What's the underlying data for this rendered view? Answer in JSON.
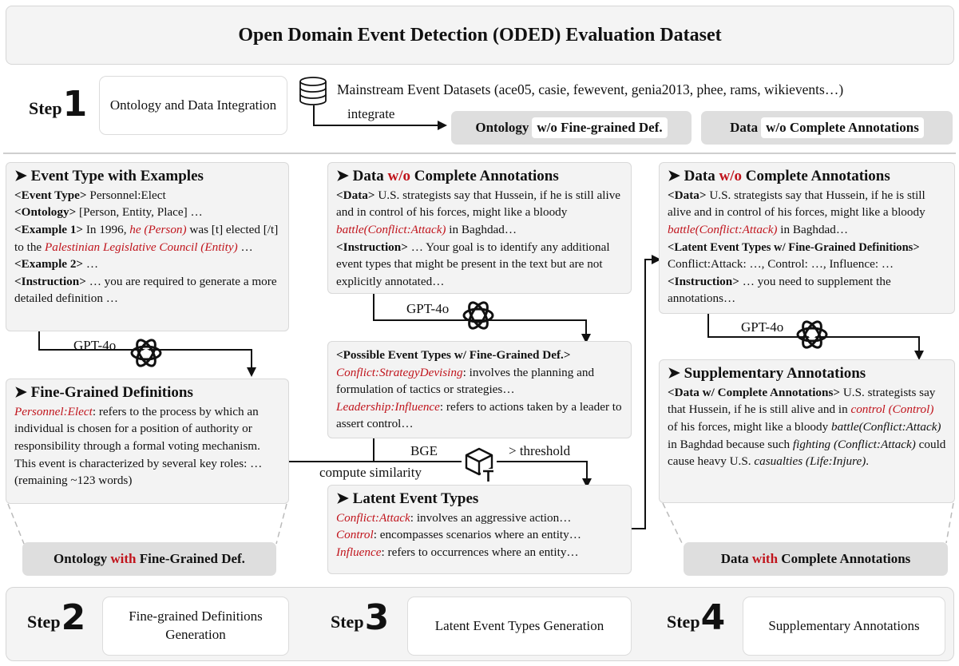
{
  "title": "Open Domain Event Detection (ODED) Evaluation Dataset",
  "step_word": "Step",
  "steps": [
    {
      "num": "1",
      "label": "Ontology and Data Integration"
    },
    {
      "num": "2",
      "label": "Fine-grained Definitions Generation"
    },
    {
      "num": "3",
      "label": "Latent Event Types Generation"
    },
    {
      "num": "4",
      "label": "Supplementary Annotations"
    }
  ],
  "integration": {
    "datasets": "Mainstream Event Datasets (ace05, casie, fewevent, genia2013, phee, rams, wikievents…)",
    "integrate": "integrate",
    "ontology_pill": {
      "a": "Ontology",
      "b": "w/o Fine-grained Def."
    },
    "data_pill": {
      "a": "Data",
      "b": "w/o Complete Annotations"
    }
  },
  "col1": {
    "card1": {
      "head": "➤ Event Type with Examples",
      "event_type_tag": "<Event Type>",
      "event_type": " Personnel:Elect",
      "ontology_tag": "<Ontology>",
      "ontology": " [Person, Entity, Place] …",
      "ex1_tag": "<Example 1>",
      "ex1_a": " In 1996, ",
      "ex1_b": "he (Person)",
      "ex1_c": " was [t] elected [/t] to the ",
      "ex1_d": "Palestinian Legislative Council (Entity)",
      "ex1_e": " …",
      "ex2_tag": "<Example 2>",
      "ex2": " …",
      "instr_tag": "<Instruction>",
      "instr": " … you are required to generate a more detailed definition …"
    },
    "gpt": "GPT-4o",
    "card2": {
      "head": "➤ Fine-Grained Definitions",
      "term": "Personnel:Elect",
      "body": ": refers to the process by which an individual is chosen for a position of authority or responsibility through a formal voting mechanism. This event is characterized by several key roles: …(remaining ~123 words)"
    },
    "pill": {
      "a": "Ontology ",
      "b": "with",
      "c": " Fine-Grained Def."
    }
  },
  "col2": {
    "card1": {
      "head_a": "➤ Data ",
      "head_b": "w/o",
      "head_c": " Complete Annotations",
      "data_tag": "<Data>",
      "data_a": " U.S. strategists say that Hussein, if he is still alive and in control of his forces, might like a bloody ",
      "data_b": "battle(Conflict:Attack)",
      "data_c": " in Baghdad…",
      "instr_tag": "<Instruction>",
      "instr": " … Your goal is to identify any additional event types that might be present in the text but are not explicitly annotated…"
    },
    "gpt": "GPT-4o",
    "card2": {
      "head": "<Possible Event Types w/ Fine-Grained Def.>",
      "t1": "Conflict:StrategyDevising",
      "d1": ": involves the planning and formulation of tactics or strategies…",
      "t2": "Leadership:Influence",
      "d2": ": refers to actions taken by a leader to assert control…"
    },
    "bge": "BGE",
    "threshold": "> threshold",
    "compute": "compute similarity",
    "card3": {
      "head": "➤ Latent Event Types",
      "t1": "Conflict:Attack",
      "d1": ": involves an aggressive action…",
      "t2": "Control",
      "d2": ": encompasses scenarios where an entity…",
      "t3": "Influence",
      "d3": ": refers to occurrences where an entity…"
    }
  },
  "col3": {
    "card1": {
      "head_a": "➤ Data ",
      "head_b": "w/o",
      "head_c": " Complete Annotations",
      "data_tag": "<Data>",
      "data_a": " U.S. strategists say that Hussein, if he is still alive and in control of his forces, might like a bloody ",
      "data_b": "battle(Conflict:Attack)",
      "data_c": " in Baghdad…",
      "latent_tag": "<Latent Event Types w/ Fine-Grained Definitions>",
      "latent": " Conflict:Attack: …, Control: …, Influence: …",
      "instr_tag": "<Instruction>",
      "instr": " … you need to supplement the annotations…"
    },
    "gpt": "GPT-4o",
    "card2": {
      "head": "➤ Supplementary Annotations",
      "tag": "<Data w/ Complete Annotations>",
      "a": " U.S. strategists say that Hussein, if he is still alive and in ",
      "b": "control (Control)",
      "c": " of his forces, might like a bloody ",
      "d": "battle(Conflict:Attack)",
      "e": " in Baghdad because such ",
      "f": "fighting (Conflict:Attack)",
      "g": " could cause heavy U.S. ",
      "h": "casualties (Life:Injure)",
      "i": "."
    },
    "pill": {
      "a": "Data ",
      "b": "with",
      "c": " Complete Annotations"
    }
  }
}
